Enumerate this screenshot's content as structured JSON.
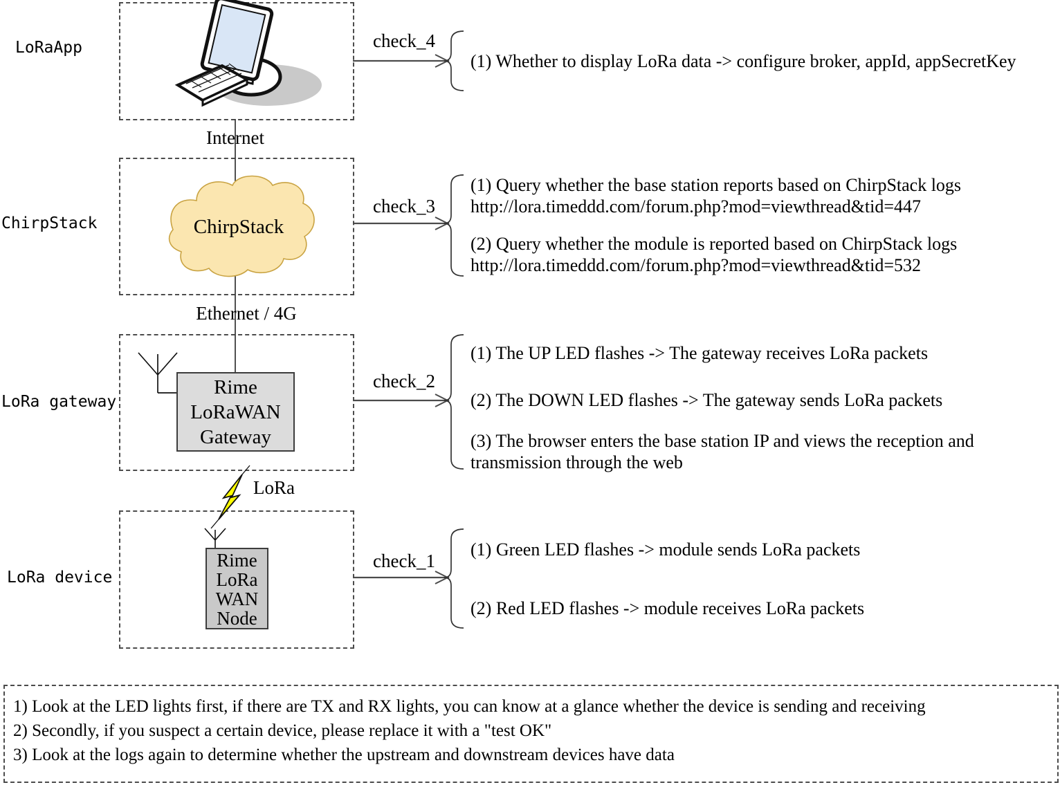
{
  "colors": {
    "cloud_fill": "#FBE6B0",
    "cloud_stroke": "#C9A342",
    "gateway_box_fill": "#DCDCDC",
    "node_box_fill": "#C9C9C9",
    "bolt_yellow": "#FFFF00",
    "screen_blue": "#D9E6F6"
  },
  "row_labels": {
    "app": "LoRaApp",
    "server": "ChirpStack",
    "gateway": "LoRa gateway",
    "device": "LoRa device"
  },
  "nodes": {
    "cloud_label": "ChirpStack",
    "gateway_box": [
      "Rime",
      "LoRaWAN",
      "Gateway"
    ],
    "node_box": [
      "Rime",
      "LoRa",
      "WAN",
      "Node"
    ]
  },
  "links": {
    "internet": "Internet",
    "ethernet": "Ethernet / 4G",
    "lora": "LoRa"
  },
  "checks": {
    "check4": {
      "label": "check_4",
      "items": [
        "(1) Whether to display LoRa data -> configure broker, appId, appSecretKey"
      ]
    },
    "check3": {
      "label": "check_3",
      "items": [
        "(1) Query whether the base station reports based on ChirpStack logs",
        "http://lora.timeddd.com/forum.php?mod=viewthread&tid=447",
        "(2) Query whether the module is reported based on ChirpStack logs",
        "http://lora.timeddd.com/forum.php?mod=viewthread&tid=532"
      ]
    },
    "check2": {
      "label": "check_2",
      "items": [
        "(1) The UP LED flashes -> The gateway receives LoRa packets",
        "(2) The DOWN LED flashes -> The gateway sends LoRa packets",
        "(3) The browser enters the base station IP and views the reception and transmission through the web"
      ]
    },
    "check1": {
      "label": "check_1",
      "items": [
        "(1) Green LED flashes -> module sends LoRa packets",
        "(2) Red LED flashes -> module receives LoRa packets"
      ]
    }
  },
  "notes": [
    "1) Look at the LED lights first, if there are TX and RX lights, you can know at a glance whether the device is sending and receiving",
    "2) Secondly, if you suspect a certain device, please replace it with a \"test OK\"",
    "3) Look at the logs again to determine whether the upstream and downstream devices have data"
  ]
}
